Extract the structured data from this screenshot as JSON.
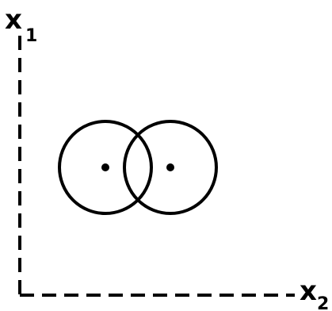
{
  "axes": {
    "vertical_label": "x",
    "vertical_subscript": "1",
    "horizontal_label": "x",
    "horizontal_subscript": "2"
  },
  "colors": {
    "ink": "#000000",
    "background": "#ffffff"
  }
}
